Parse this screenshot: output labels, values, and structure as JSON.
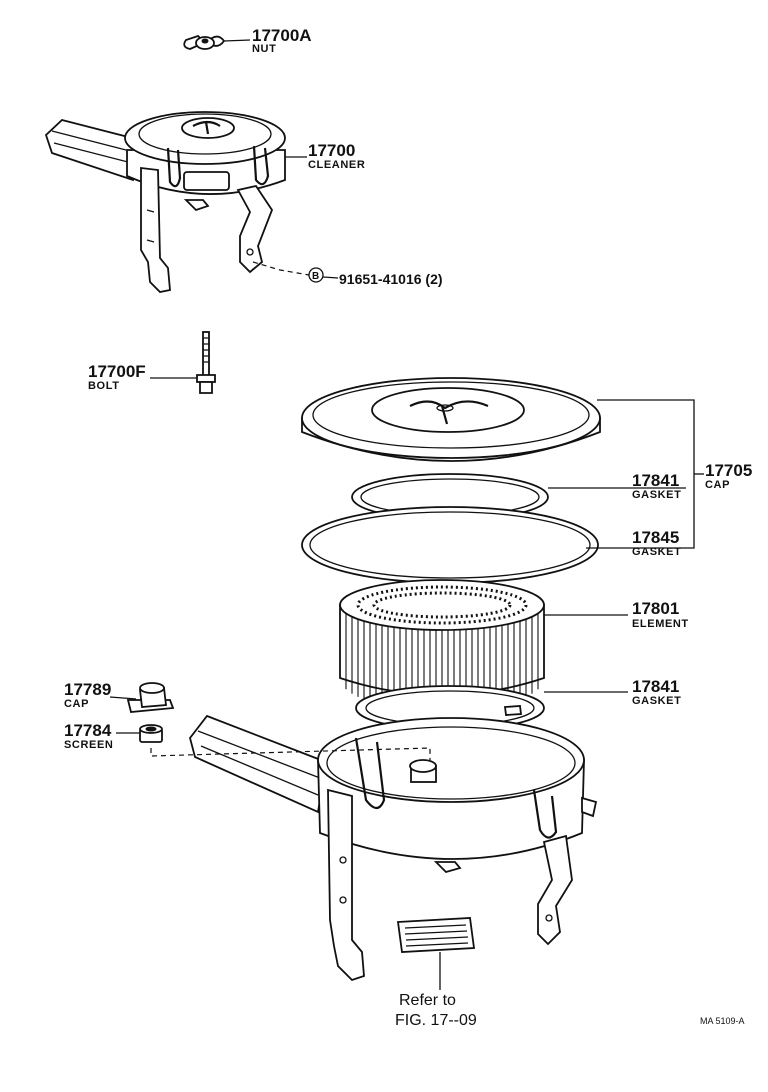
{
  "callouts": {
    "nut": {
      "part_no": "17700A",
      "name": "NUT"
    },
    "cleaner": {
      "part_no": "17700",
      "name": "CLEANER"
    },
    "bolt_b": {
      "symbol": "B",
      "text": "91651-41016 (2)"
    },
    "bolt": {
      "part_no": "17700F",
      "name": "BOLT"
    },
    "cap_assy": {
      "part_no": "17705",
      "name": "CAP"
    },
    "gasket_top": {
      "part_no": "17841",
      "name": "GASKET"
    },
    "gasket_mid": {
      "part_no": "17845",
      "name": "GASKET"
    },
    "element": {
      "part_no": "17801",
      "name": "ELEMENT"
    },
    "gasket_bottom": {
      "part_no": "17841",
      "name": "GASKET"
    },
    "small_cap": {
      "part_no": "17789",
      "name": "CAP"
    },
    "screen": {
      "part_no": "17784",
      "name": "SCREEN"
    }
  },
  "reference": {
    "line1": "Refer to",
    "line2": "FIG. 17--09"
  },
  "drawing_code": "MA 5109-A"
}
